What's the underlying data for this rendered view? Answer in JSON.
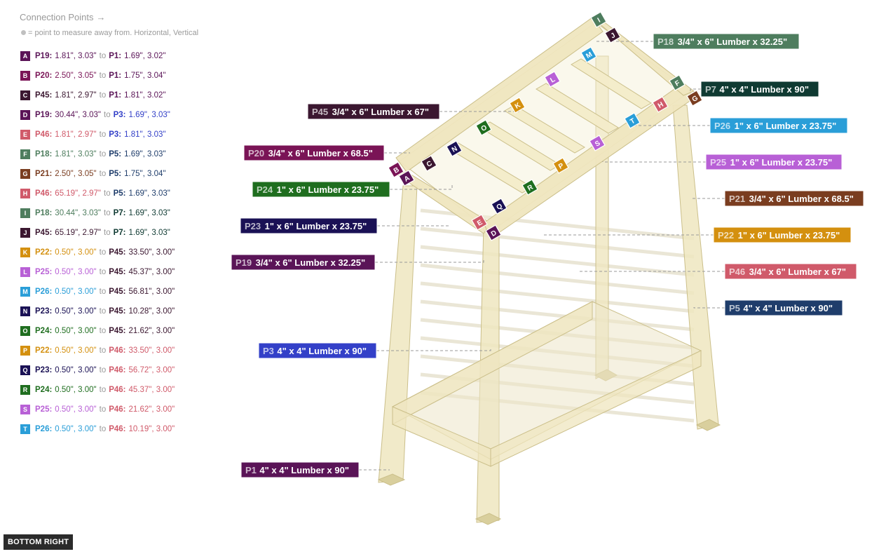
{
  "header": {
    "title": "Connection Points",
    "arrow": "→",
    "subtitle": "= point to measure away from. Horizontal, Vertical"
  },
  "view_button": "BOTTOM RIGHT",
  "connections": [
    {
      "id": "A",
      "color": "#5a1457",
      "from": "P19:",
      "from_color": "#5a1457",
      "from_val": "1.81\", 3.03\"",
      "to_label": "to",
      "to": "P1:",
      "to_color": "#5a1457",
      "to_val": "1.69\", 3.02\""
    },
    {
      "id": "B",
      "color": "#7a1456",
      "from": "P20:",
      "from_color": "#7a1456",
      "from_val": "2.50\", 3.05\"",
      "to_label": "to",
      "to": "P1:",
      "to_color": "#5a1457",
      "to_val": "1.75\", 3.04\""
    },
    {
      "id": "C",
      "color": "#3b1730",
      "from": "P45:",
      "from_color": "#3b1730",
      "from_val": "1.81\", 2.97\"",
      "to_label": "to",
      "to": "P1:",
      "to_color": "#5a1457",
      "to_val": "1.81\", 3.02\""
    },
    {
      "id": "D",
      "color": "#5a1457",
      "from": "P19:",
      "from_color": "#5a1457",
      "from_val": "30.44\", 3.03\"",
      "to_label": "to",
      "to": "P3:",
      "to_color": "#3340c8",
      "to_val": "1.69\", 3.03\""
    },
    {
      "id": "E",
      "color": "#d05a6a",
      "from": "P46:",
      "from_color": "#d05a6a",
      "from_val": "1.81\", 2.97\"",
      "to_label": "to",
      "to": "P3:",
      "to_color": "#3340c8",
      "to_val": "1.81\", 3.03\""
    },
    {
      "id": "F",
      "color": "#4e7d5e",
      "from": "P18:",
      "from_color": "#4e7d5e",
      "from_val": "1.81\", 3.03\"",
      "to_label": "to",
      "to": "P5:",
      "to_color": "#1f3d6b",
      "to_val": "1.69\", 3.03\""
    },
    {
      "id": "G",
      "color": "#7a3d20",
      "from": "P21:",
      "from_color": "#7a3d20",
      "from_val": "2.50\", 3.05\"",
      "to_label": "to",
      "to": "P5:",
      "to_color": "#1f3d6b",
      "to_val": "1.75\", 3.04\""
    },
    {
      "id": "H",
      "color": "#d05a6a",
      "from": "P46:",
      "from_color": "#d05a6a",
      "from_val": "65.19\", 2.97\"",
      "to_label": "to",
      "to": "P5:",
      "to_color": "#1f3d6b",
      "to_val": "1.69\", 3.03\""
    },
    {
      "id": "I",
      "color": "#4e7d5e",
      "from": "P18:",
      "from_color": "#4e7d5e",
      "from_val": "30.44\", 3.03\"",
      "to_label": "to",
      "to": "P7:",
      "to_color": "#0f3a32",
      "to_val": "1.69\", 3.03\""
    },
    {
      "id": "J",
      "color": "#3b1730",
      "from": "P45:",
      "from_color": "#3b1730",
      "from_val": "65.19\", 2.97\"",
      "to_label": "to",
      "to": "P7:",
      "to_color": "#0f3a32",
      "to_val": "1.69\", 3.03\""
    },
    {
      "id": "K",
      "color": "#d4900f",
      "from": "P22:",
      "from_color": "#d4900f",
      "from_val": "0.50\", 3.00\"",
      "to_label": "to",
      "to": "P45:",
      "to_color": "#3b1730",
      "to_val": "33.50\", 3.00\""
    },
    {
      "id": "L",
      "color": "#b860d6",
      "from": "P25:",
      "from_color": "#b860d6",
      "from_val": "0.50\", 3.00\"",
      "to_label": "to",
      "to": "P45:",
      "to_color": "#3b1730",
      "to_val": "45.37\", 3.00\""
    },
    {
      "id": "M",
      "color": "#2a9ed8",
      "from": "P26:",
      "from_color": "#2a9ed8",
      "from_val": "0.50\", 3.00\"",
      "to_label": "to",
      "to": "P45:",
      "to_color": "#3b1730",
      "to_val": "56.81\", 3.00\""
    },
    {
      "id": "N",
      "color": "#1a1155",
      "from": "P23:",
      "from_color": "#1a1155",
      "from_val": "0.50\", 3.00\"",
      "to_label": "to",
      "to": "P45:",
      "to_color": "#3b1730",
      "to_val": "10.28\", 3.00\""
    },
    {
      "id": "O",
      "color": "#1f6e1f",
      "from": "P24:",
      "from_color": "#1f6e1f",
      "from_val": "0.50\", 3.00\"",
      "to_label": "to",
      "to": "P45:",
      "to_color": "#3b1730",
      "to_val": "21.62\", 3.00\""
    },
    {
      "id": "P",
      "color": "#d4900f",
      "from": "P22:",
      "from_color": "#d4900f",
      "from_val": "0.50\", 3.00\"",
      "to_label": "to",
      "to": "P46:",
      "to_color": "#d05a6a",
      "to_val": "33.50\", 3.00\""
    },
    {
      "id": "Q",
      "color": "#1a1155",
      "from": "P23:",
      "from_color": "#1a1155",
      "from_val": "0.50\", 3.00\"",
      "to_label": "to",
      "to": "P46:",
      "to_color": "#d05a6a",
      "to_val": "56.72\", 3.00\""
    },
    {
      "id": "R",
      "color": "#1f6e1f",
      "from": "P24:",
      "from_color": "#1f6e1f",
      "from_val": "0.50\", 3.00\"",
      "to_label": "to",
      "to": "P46:",
      "to_color": "#d05a6a",
      "to_val": "45.37\", 3.00\""
    },
    {
      "id": "S",
      "color": "#b860d6",
      "from": "P25:",
      "from_color": "#b860d6",
      "from_val": "0.50\", 3.00\"",
      "to_label": "to",
      "to": "P46:",
      "to_color": "#d05a6a",
      "to_val": "21.62\", 3.00\""
    },
    {
      "id": "T",
      "color": "#2a9ed8",
      "from": "P26:",
      "from_color": "#2a9ed8",
      "from_val": "0.50\", 3.00\"",
      "to_label": "to",
      "to": "P46:",
      "to_color": "#d05a6a",
      "to_val": "10.19\", 3.00\""
    }
  ],
  "part_labels": [
    {
      "id": "P18",
      "desc": "3/4\" x 6\" Lumber x 32.25\"",
      "color": "#4e7d5e"
    },
    {
      "id": "P7",
      "desc": "4\" x 4\" Lumber x 90\"",
      "color": "#0f3a32"
    },
    {
      "id": "P45",
      "desc": "3/4\" x 6\" Lumber x 67\"",
      "color": "#3b1730"
    },
    {
      "id": "P26",
      "desc": "1\" x 6\" Lumber x 23.75\"",
      "color": "#2a9ed8"
    },
    {
      "id": "P20",
      "desc": "3/4\" x 6\" Lumber x 68.5\"",
      "color": "#7a1456"
    },
    {
      "id": "P25",
      "desc": "1\" x 6\" Lumber x 23.75\"",
      "color": "#b860d6"
    },
    {
      "id": "P24",
      "desc": "1\" x 6\" Lumber x 23.75\"",
      "color": "#1f6e1f"
    },
    {
      "id": "P21",
      "desc": "3/4\" x 6\" Lumber x 68.5\"",
      "color": "#7a3d20"
    },
    {
      "id": "P23",
      "desc": "1\" x 6\" Lumber x 23.75\"",
      "color": "#1a1155"
    },
    {
      "id": "P22",
      "desc": "1\" x 6\" Lumber x 23.75\"",
      "color": "#d4900f"
    },
    {
      "id": "P19",
      "desc": "3/4\" x 6\" Lumber x 32.25\"",
      "color": "#5a1457"
    },
    {
      "id": "P46",
      "desc": "3/4\" x 6\" Lumber x 67\"",
      "color": "#d05a6a"
    },
    {
      "id": "P5",
      "desc": "4\" x 4\" Lumber x 90\"",
      "color": "#1f3d6b"
    },
    {
      "id": "P3",
      "desc": "4\" x 4\" Lumber x 90\"",
      "color": "#3340c8"
    },
    {
      "id": "P1",
      "desc": "4\" x 4\" Lumber x 90\"",
      "color": "#5a1457"
    }
  ],
  "colors": {
    "wood_fill": "#efe6bf",
    "wood_stroke": "#cbbf8a",
    "leader": "#999999",
    "faint": "#d8d2b4"
  }
}
